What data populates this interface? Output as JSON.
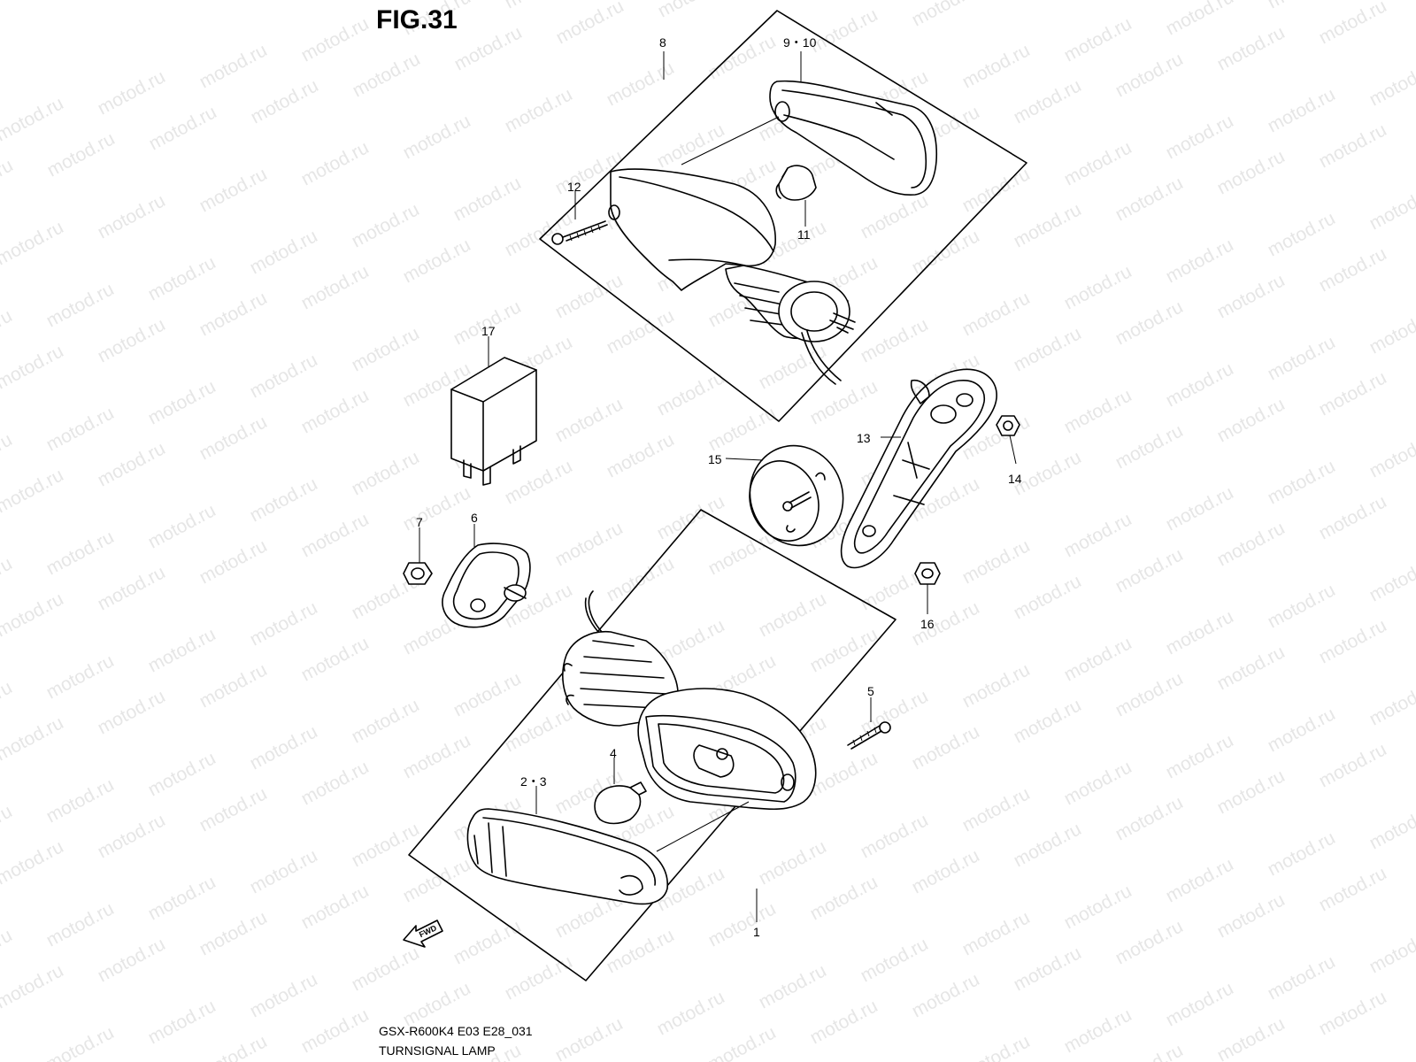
{
  "figure_title": "FIG.31",
  "watermark": "motod.ru",
  "fwd_label": "FWD",
  "footer": {
    "model_code": "GSX-R600K4 E03 E28_031",
    "section_name": "TURNSIGNAL LAMP"
  },
  "callouts": {
    "c1": "1",
    "c2_3": "2・3",
    "c4": "4",
    "c5": "5",
    "c6": "6",
    "c7": "7",
    "c8": "8",
    "c9_10": "9・10",
    "c11": "11",
    "c12": "12",
    "c13": "13",
    "c14": "14",
    "c15": "15",
    "c16": "16",
    "c17": "17"
  }
}
